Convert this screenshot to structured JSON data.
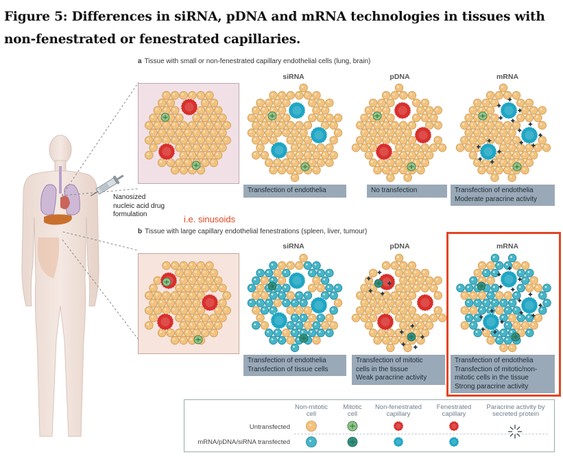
{
  "figure_title": "Figure 5: Differences in siRNA, pDNA and mRNA technologies in tissues with non-fenestrated or fenestrated capillaries.",
  "panel_a": {
    "letter": "a",
    "heading": "Tissue with small or non-fenestrated capillary endothelial cells (lung, brain)",
    "columns": [
      "siRNA",
      "pDNA",
      "mRNA"
    ],
    "captions": [
      [
        "Transfection of endothelia"
      ],
      [
        "No transfection"
      ],
      [
        "Transfection of endothelia",
        "Moderate paracrine activity"
      ]
    ]
  },
  "panel_b": {
    "letter": "b",
    "heading": "Tissue with large capillary endothelial fenestrations (spleen, liver, tumour)",
    "columns": [
      "siRNA",
      "pDNA",
      "mRNA"
    ],
    "captions": [
      [
        "Transfection of endothelia",
        "Transfection of tissue cells"
      ],
      [
        "Transfection of mitotic",
        "cells in the tissue",
        "Weak paracrine activity"
      ],
      [
        "Transfection of endothelia",
        "Transfection of mitotic/non-",
        "mitotic cells in the tissue",
        "Strong paracrine activity"
      ]
    ]
  },
  "annotation_sinusoids": "i.e. sinusoids",
  "syringe_label": [
    "Nanosized",
    "nucleic acid drug",
    "formulation"
  ],
  "legend": {
    "headers": [
      [
        "Non-mitotic",
        "cell"
      ],
      [
        "Mitotic",
        "cell"
      ],
      [
        "Non-fenestrated",
        "capillary"
      ],
      [
        "Fenestrated",
        "capillary"
      ],
      [
        "Paracrine activity by",
        "secreted protein"
      ]
    ],
    "rows": [
      "Untransfected",
      "mRNA/pDNA/siRNA transfected"
    ]
  },
  "colors": {
    "cell": "#f2c27f",
    "cell_edge": "#c9964a",
    "mitotic": "#8fc48a",
    "red_capillary": "#d8302c",
    "blue_transfected": "#1fa6c4",
    "highlight_box": "#e2451f",
    "annotation": "#e2451f",
    "caption_bg": "#9aa9b7"
  }
}
